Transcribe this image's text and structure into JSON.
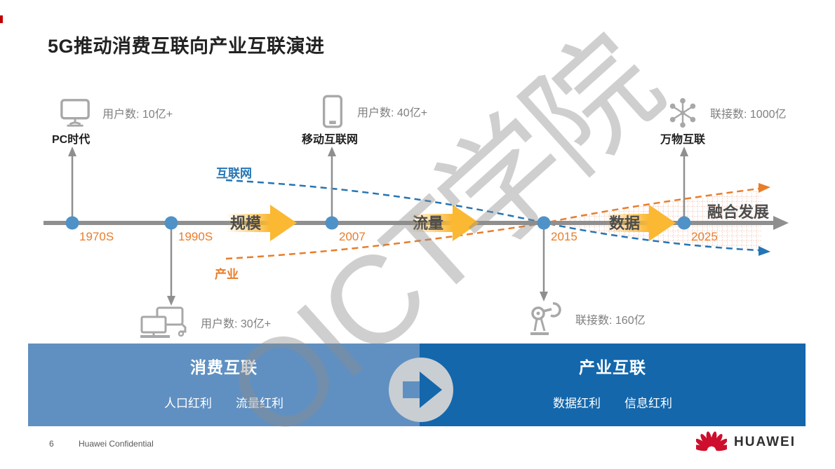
{
  "slide": {
    "title": "5G推动消费互联向产业互联演进",
    "watermark_text": "OICT学院"
  },
  "timeline": {
    "years": [
      "1970S",
      "1990S",
      "2007",
      "2015",
      "2025"
    ],
    "top_milestones": [
      {
        "label": "PC时代",
        "stat": "用户数: 10亿+",
        "icon": "desktop-monitor-icon"
      },
      {
        "label": "移动互联网",
        "stat": "用户数: 40亿+",
        "icon": "smartphone-icon"
      },
      {
        "label": "万物互联",
        "stat": "联接数: 1000亿",
        "icon": "network-hub-icon"
      }
    ],
    "bottom_milestones": [
      {
        "stat": "用户数: 30亿+",
        "icon": "dual-computers-icon"
      },
      {
        "stat": "联接数: 160亿",
        "icon": "robot-arm-icon"
      }
    ],
    "stage_arrows": [
      "规模",
      "流量",
      "数据"
    ],
    "fusion_label": "融合发展",
    "internet_curve_label": "互联网",
    "industry_curve_label": "产业"
  },
  "bands": {
    "left": {
      "title": "消费互联",
      "bonuses": [
        "人口红利",
        "流量红利"
      ]
    },
    "right": {
      "title": "产业互联",
      "bonuses": [
        "数据红利",
        "信息红利"
      ]
    },
    "arrow_icon": "right-arrow-in-circle-icon"
  },
  "footer": {
    "page_number": "6",
    "confidential": "Huawei Confidential",
    "brand": "HUAWEI"
  },
  "colors": {
    "accent_orange": "#E87D2A",
    "dot_blue": "#4E92C8",
    "curve_blue": "#2575B5",
    "stage_arrow_yellow": "#FBB832",
    "band_left_blue": "#6090C1",
    "band_right_blue": "#1467AB",
    "timeline_gray": "#8F8F8F",
    "huawei_red": "#CE0E2D"
  }
}
